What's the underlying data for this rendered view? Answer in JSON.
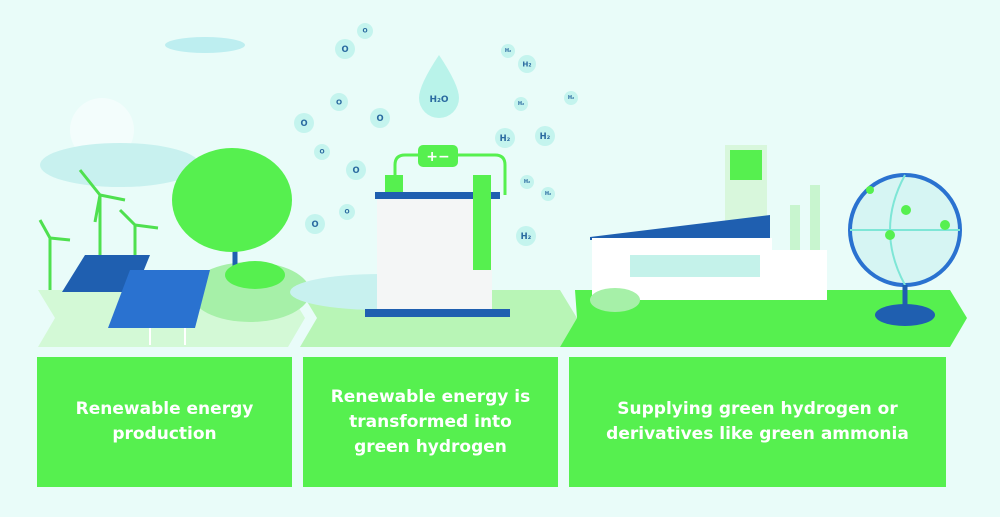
{
  "steps": [
    {
      "label": "Renewable energy\nproduction"
    },
    {
      "label": "Renewable energy is\ntransformed into\ngreen hydrogen"
    },
    {
      "label": "Supplying green hydrogen or\nderivatives like green ammonia"
    }
  ],
  "molecules": {
    "oxygen": "O",
    "hydrogen": "H₂",
    "water": "H₂O"
  },
  "colors": {
    "background": "#e9fcf9",
    "green": "#56f04f",
    "blue": "#1f5fb0",
    "light_green": "#c9f7cf"
  }
}
